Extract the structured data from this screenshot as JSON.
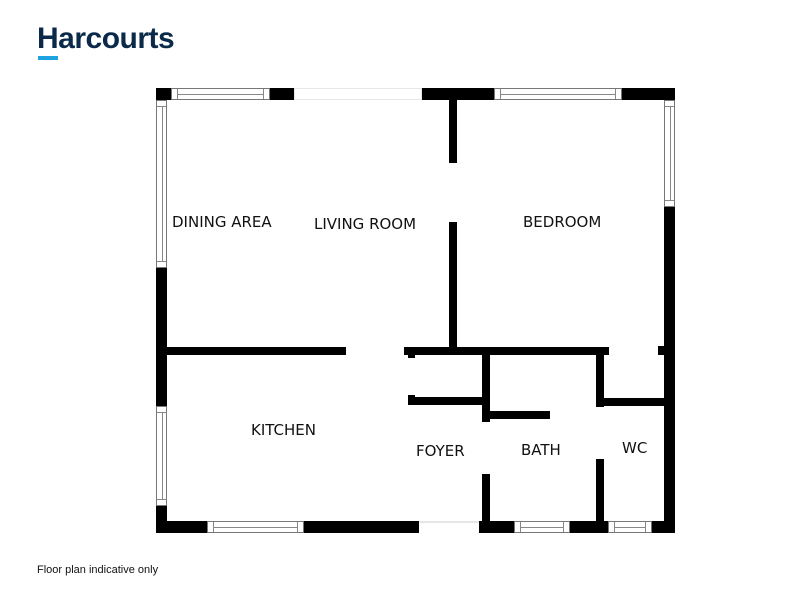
{
  "brand": {
    "name": "Harcourts",
    "text_color": "#0b2a4a",
    "accent_color": "#1ea3e0"
  },
  "floor_plan": {
    "rooms": [
      {
        "id": "dining",
        "label": "DINING AREA"
      },
      {
        "id": "living",
        "label": "LIVING ROOM"
      },
      {
        "id": "bedroom",
        "label": "BEDROOM"
      },
      {
        "id": "kitchen",
        "label": "KITCHEN"
      },
      {
        "id": "foyer",
        "label": "FOYER"
      },
      {
        "id": "bath",
        "label": "BATH"
      },
      {
        "id": "wc",
        "label": "WC"
      }
    ],
    "wall_color": "#000000"
  },
  "footer": {
    "disclaimer": "Floor plan indicative only"
  }
}
